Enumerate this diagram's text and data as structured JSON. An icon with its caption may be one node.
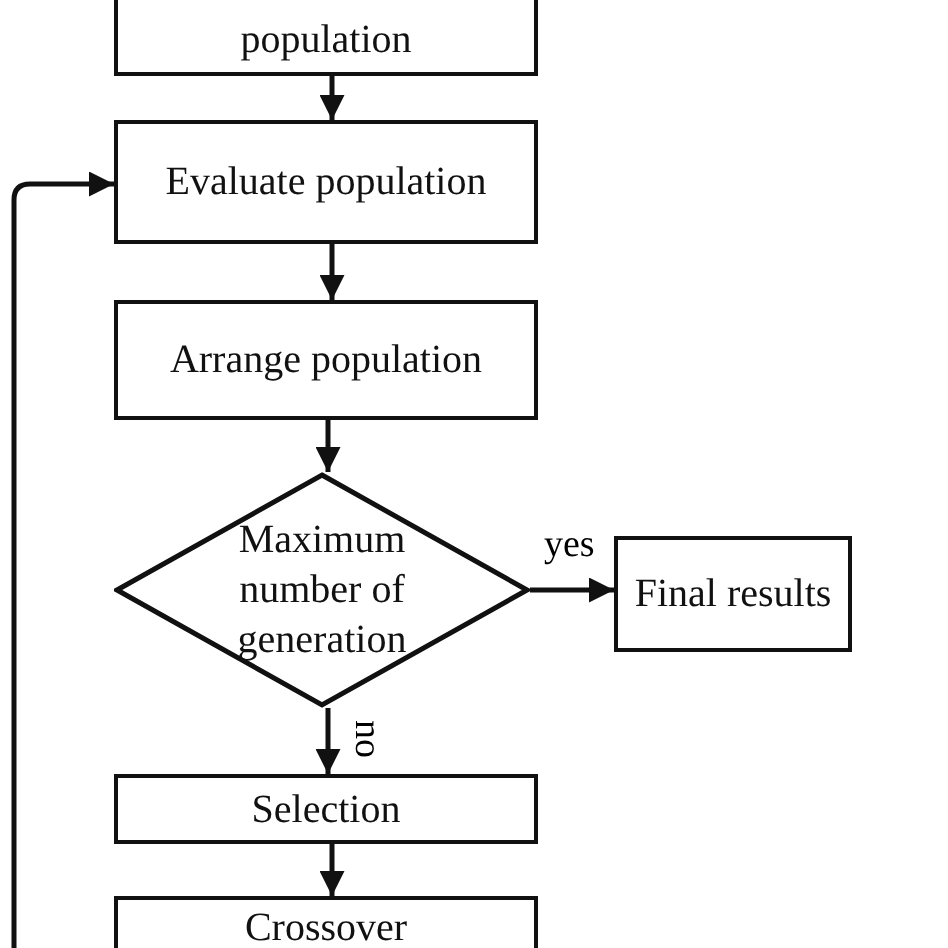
{
  "diagram": {
    "nodes": [
      {
        "text": [
          "population"
        ]
      },
      {
        "text": [
          "Evaluate population"
        ]
      },
      {
        "text": [
          "Arrange population"
        ]
      },
      {
        "text": [
          "Maximum number of generation"
        ]
      },
      {
        "text": [
          "Final results"
        ]
      },
      {
        "text": [
          "Selection"
        ]
      },
      {
        "text": [
          "Crossover"
        ]
      }
    ],
    "edges": [
      {
        "from": 0,
        "to": 1,
        "arrow": "to"
      },
      {
        "from": 1,
        "to": 2,
        "arrow": "to"
      },
      {
        "from": 2,
        "to": 3,
        "arrow": "to"
      },
      {
        "from": 3,
        "to": 4,
        "arrow": "to",
        "label": "yes"
      },
      {
        "from": 3,
        "to": 5,
        "arrow": "to",
        "label": "no"
      },
      {
        "from": 5,
        "to": 6,
        "arrow": "to"
      },
      {
        "from": null,
        "to": 1,
        "arrow": "to"
      }
    ]
  }
}
